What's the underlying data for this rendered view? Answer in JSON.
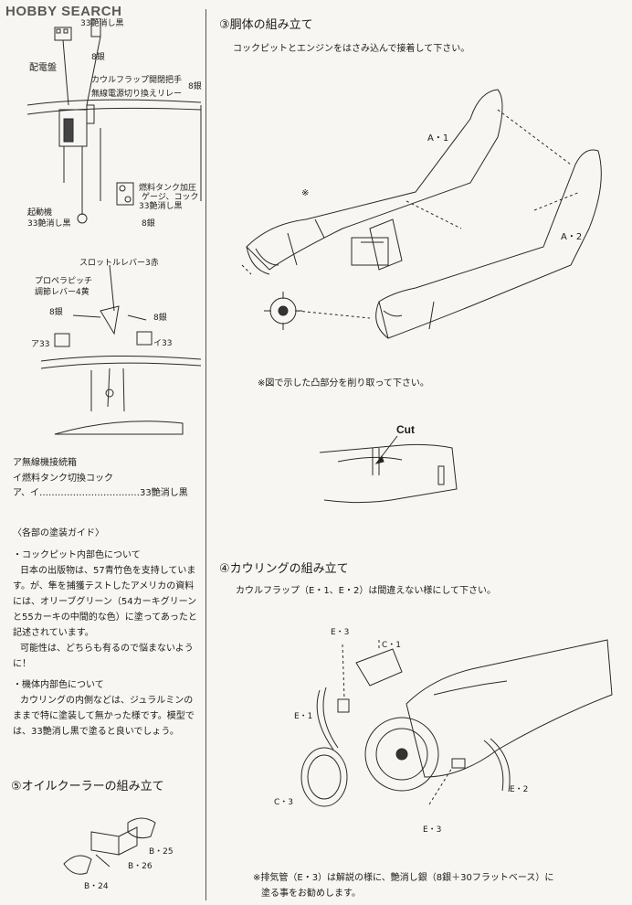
{
  "watermark": "HOBBY SEARCH",
  "left": {
    "top_labels": {
      "paint_black_top": "33艶消し黒",
      "silver_top": "8銀",
      "switchboard": "配電盤",
      "cowl_flap_handle": "カウルフラップ開閉把手",
      "radio_switch_relay": "無線電源切り換えリレー",
      "silver_bracket": "8銀",
      "fuel_tank_gauge_1": "燃料タンク加圧",
      "fuel_tank_gauge_2": "ゲージ、コック",
      "fuel_paint": "33艶消し黒",
      "starter": "起動機",
      "starter_paint": "33艶消し黒",
      "silver_starter": "8銀",
      "throttle": "スロットルレバー3赤",
      "prop_pitch_1": "プロペラピッチ",
      "prop_pitch_2": "調節レバー4黄",
      "silver_left": "8銀",
      "silver_right": "8銀",
      "tag_a": "ア33",
      "tag_i": "イ33"
    },
    "legend": {
      "a": "ア無線機接続箱",
      "i": "イ燃料タンク切換コック",
      "ai": "ア、イ……………………………33艶消し黒"
    },
    "guide": {
      "heading": "〈各部の塗装ガイド〉",
      "cockpit_title": "・コックピット内部色について",
      "cockpit_lines": [
        "日本の出版物は、57青竹色を支持していま",
        "す。が、隼を捕獲テストしたアメリカの資料",
        "には、オリーブグリーン（54カーキグリーン",
        "と55カーキの中間的な色）に塗ってあったと",
        "記述されています。",
        "可能性は、どちらも有るので悩まないよう",
        "に！"
      ],
      "interior_title": "・機体内部色について",
      "interior_lines": [
        "カウリングの内側などは、ジュラルミンの",
        "ままで特に塗装して無かった様です。模型で",
        "は、33艶消し黒で塗ると良いでしょう。"
      ]
    },
    "section5": {
      "title": "⑤オイルクーラーの組み立て",
      "b25": "B・25",
      "b26": "B・26",
      "b24": "B・24"
    }
  },
  "right": {
    "section3": {
      "title": "③胴体の組み立て",
      "instruction": "コックピットとエンジンをはさみ込んで接着して下さい。",
      "a1": "A・1",
      "a2": "A・2",
      "mark": "※",
      "note": "※図で示した凸部分を削り取って下さい。",
      "cut": "Cut"
    },
    "section4": {
      "title": "④カウリングの組み立て",
      "instruction": "カウルフラップ（E・1、E・2）は間違えない様にして下さい。",
      "e3_top": "E・3",
      "c1": "C・1",
      "e1": "E・1",
      "e2": "E・2",
      "c3": "C・3",
      "e3_bottom": "E・3",
      "note_line1": "※排気管（E・3）は解説の様に、艶消し銀（8銀＋30フラットベース）に",
      "note_line2": "塗る事をお勧めします。"
    }
  }
}
